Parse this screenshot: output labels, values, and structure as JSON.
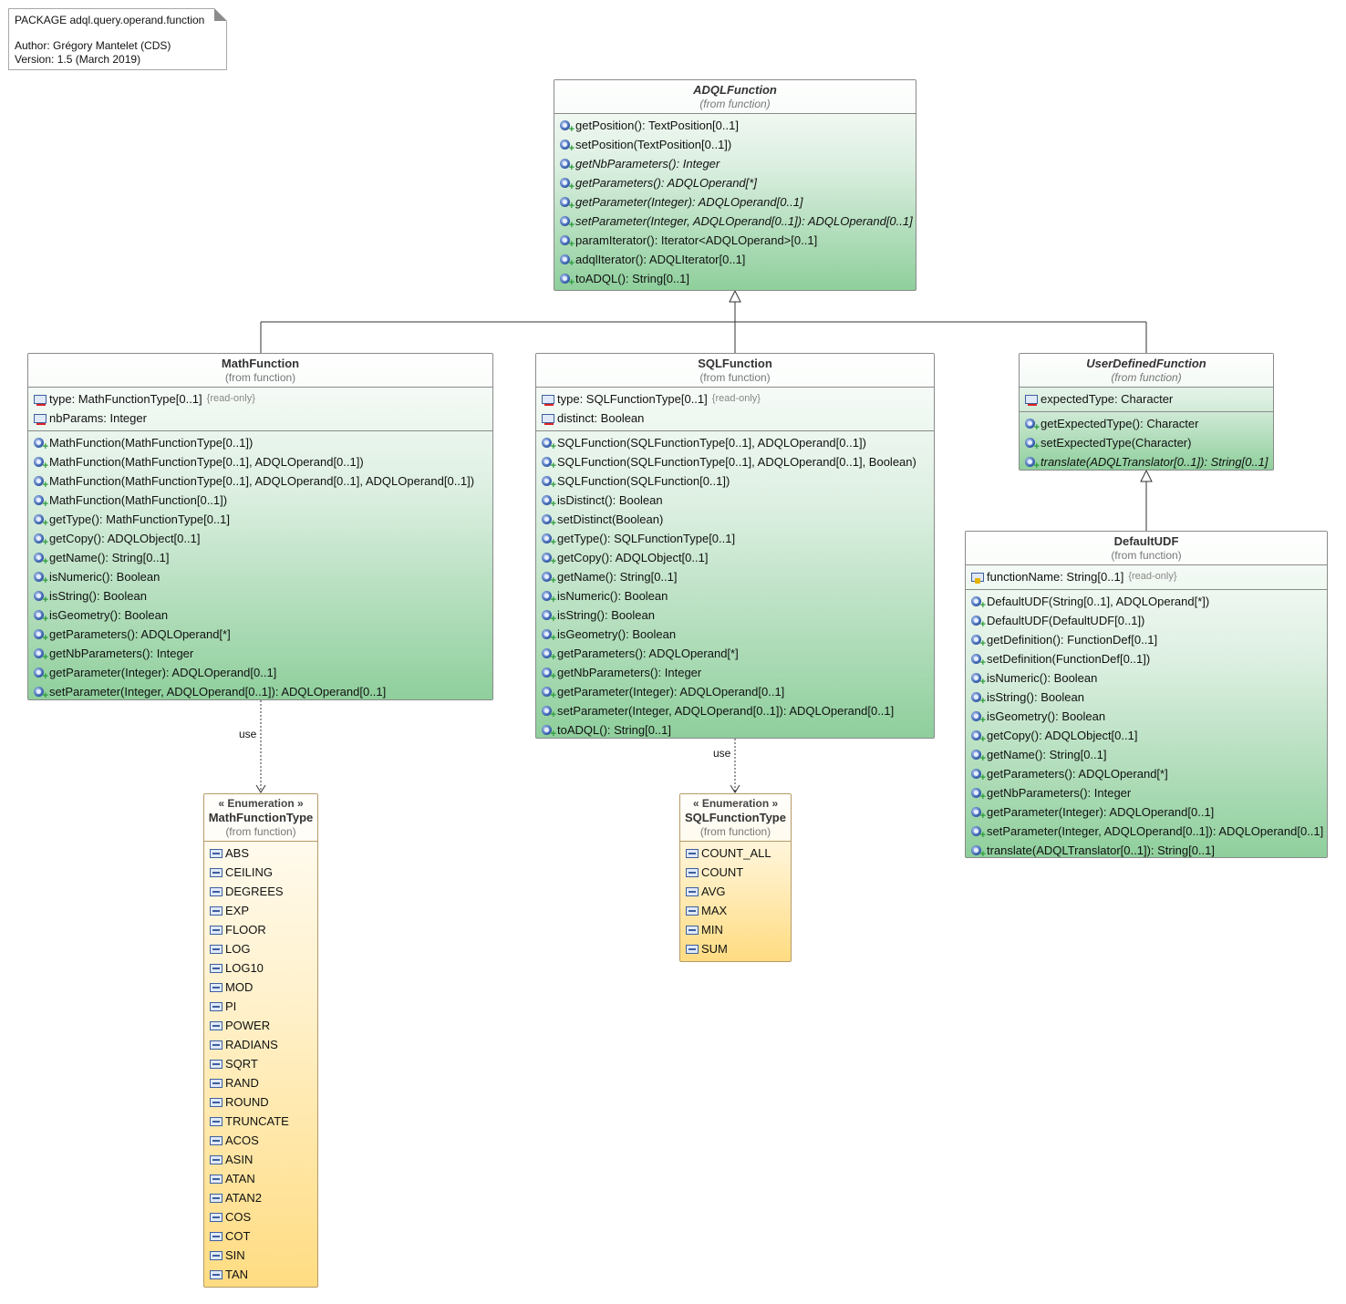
{
  "note": {
    "package": "PACKAGE adql.query.operand.function",
    "author": "Author: Grégory Mantelet (CDS)",
    "version": "Version: 1.5 (March 2019)"
  },
  "colors": {
    "class_gradient_end": "#8fcf9c",
    "enum_gradient_end": "#ffdc82",
    "line": "#333333"
  },
  "classes": {
    "adql_function": {
      "name": "ADQLFunction",
      "from": "(from function)",
      "operations": [
        "getPosition(): TextPosition[0..1]",
        "setPosition(TextPosition[0..1])",
        "getNbParameters(): Integer",
        "getParameters(): ADQLOperand[*]",
        "getParameter(Integer): ADQLOperand[0..1]",
        "setParameter(Integer, ADQLOperand[0..1]): ADQLOperand[0..1]",
        "paramIterator(): Iterator<ADQLOperand>[0..1]",
        "adqlIterator(): ADQLIterator[0..1]",
        "toADQL(): String[0..1]"
      ]
    },
    "math_function": {
      "name": "MathFunction",
      "from": "(from function)",
      "attributes": [
        {
          "text": "type: MathFunctionType[0..1]",
          "note": "{read-only}"
        },
        {
          "text": "nbParams: Integer",
          "note": ""
        }
      ],
      "operations": [
        "MathFunction(MathFunctionType[0..1])",
        "MathFunction(MathFunctionType[0..1], ADQLOperand[0..1])",
        "MathFunction(MathFunctionType[0..1], ADQLOperand[0..1], ADQLOperand[0..1])",
        "MathFunction(MathFunction[0..1])",
        "getType(): MathFunctionType[0..1]",
        "getCopy(): ADQLObject[0..1]",
        "getName(): String[0..1]",
        "isNumeric(): Boolean",
        "isString(): Boolean",
        "isGeometry(): Boolean",
        "getParameters(): ADQLOperand[*]",
        "getNbParameters(): Integer",
        "getParameter(Integer): ADQLOperand[0..1]",
        "setParameter(Integer, ADQLOperand[0..1]): ADQLOperand[0..1]"
      ]
    },
    "sql_function": {
      "name": "SQLFunction",
      "from": "(from function)",
      "attributes": [
        {
          "text": "type: SQLFunctionType[0..1]",
          "note": "{read-only}"
        },
        {
          "text": "distinct: Boolean",
          "note": ""
        }
      ],
      "operations": [
        "SQLFunction(SQLFunctionType[0..1], ADQLOperand[0..1])",
        "SQLFunction(SQLFunctionType[0..1], ADQLOperand[0..1], Boolean)",
        "SQLFunction(SQLFunction[0..1])",
        "isDistinct(): Boolean",
        "setDistinct(Boolean)",
        "getType(): SQLFunctionType[0..1]",
        "getCopy(): ADQLObject[0..1]",
        "getName(): String[0..1]",
        "isNumeric(): Boolean",
        "isString(): Boolean",
        "isGeometry(): Boolean",
        "getParameters(): ADQLOperand[*]",
        "getNbParameters(): Integer",
        "getParameter(Integer): ADQLOperand[0..1]",
        "setParameter(Integer, ADQLOperand[0..1]): ADQLOperand[0..1]",
        "toADQL(): String[0..1]"
      ]
    },
    "user_defined_function": {
      "name": "UserDefinedFunction",
      "from": "(from function)",
      "attributes": [
        {
          "text": "expectedType: Character",
          "note": ""
        }
      ],
      "operations": [
        "getExpectedType(): Character",
        "setExpectedType(Character)",
        "translate(ADQLTranslator[0..1]): String[0..1]"
      ]
    },
    "default_udf": {
      "name": "DefaultUDF",
      "from": "(from function)",
      "attributes": [
        {
          "text": "functionName: String[0..1]",
          "note": "{read-only}"
        }
      ],
      "operations": [
        "DefaultUDF(String[0..1], ADQLOperand[*])",
        "DefaultUDF(DefaultUDF[0..1])",
        "getDefinition(): FunctionDef[0..1]",
        "setDefinition(FunctionDef[0..1])",
        "isNumeric(): Boolean",
        "isString(): Boolean",
        "isGeometry(): Boolean",
        "getCopy(): ADQLObject[0..1]",
        "getName(): String[0..1]",
        "getParameters(): ADQLOperand[*]",
        "getNbParameters(): Integer",
        "getParameter(Integer): ADQLOperand[0..1]",
        "setParameter(Integer, ADQLOperand[0..1]): ADQLOperand[0..1]",
        "translate(ADQLTranslator[0..1]): String[0..1]"
      ]
    }
  },
  "enums": {
    "math_function_type": {
      "stereotype": "« Enumeration »",
      "name": "MathFunctionType",
      "from": "(from function)",
      "literals": [
        "ABS",
        "CEILING",
        "DEGREES",
        "EXP",
        "FLOOR",
        "LOG",
        "LOG10",
        "MOD",
        "PI",
        "POWER",
        "RADIANS",
        "SQRT",
        "RAND",
        "ROUND",
        "TRUNCATE",
        "ACOS",
        "ASIN",
        "ATAN",
        "ATAN2",
        "COS",
        "COT",
        "SIN",
        "TAN"
      ]
    },
    "sql_function_type": {
      "stereotype": "« Enumeration »",
      "name": "SQLFunctionType",
      "from": "(from function)",
      "literals": [
        "COUNT_ALL",
        "COUNT",
        "AVG",
        "MAX",
        "MIN",
        "SUM"
      ]
    }
  },
  "relations": {
    "use_label": "use"
  }
}
